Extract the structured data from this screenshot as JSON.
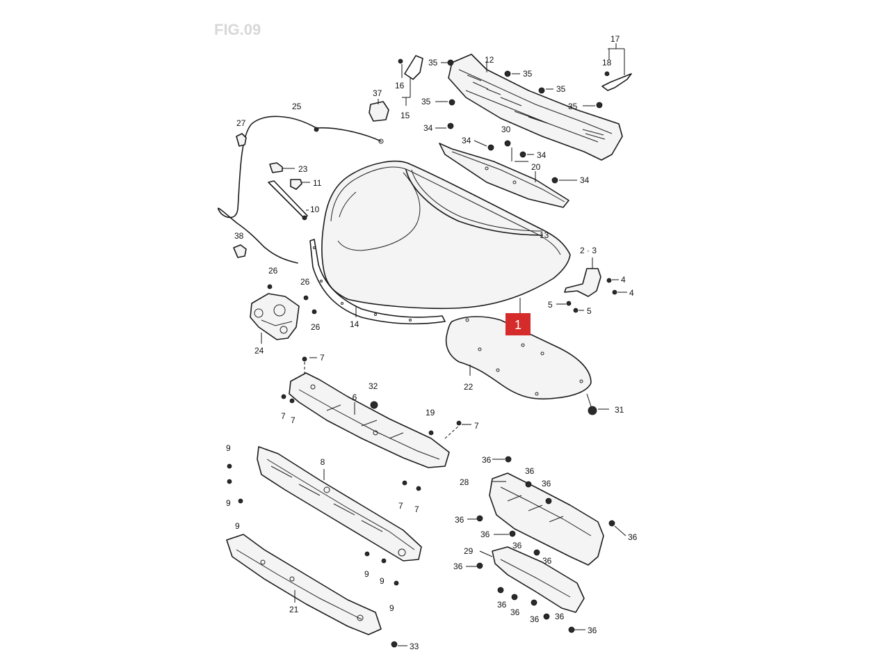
{
  "header": {
    "figure_label": "FIG.09"
  },
  "highlight": {
    "label": "1",
    "color": "#d62b2b"
  },
  "colors": {
    "line": "#1a1a1a",
    "fill": "#f4f4f4",
    "badge": "#d62b2b"
  },
  "callouts": {
    "c1": "1",
    "c2_3": "2 · 3",
    "c4a": "4",
    "c4b": "4",
    "c5a": "5",
    "c5b": "5",
    "c6": "6",
    "c7a": "7",
    "c7b": "7",
    "c7c": "7",
    "c7d": "7",
    "c7e": "7",
    "c7f": "7",
    "c8": "8",
    "c9a": "9",
    "c9b": "9",
    "c9c": "9",
    "c9d": "9",
    "c9e": "9",
    "c9f": "9",
    "c10": "10",
    "c11": "11",
    "c12": "12",
    "c13": "13",
    "c14": "14",
    "c15": "15",
    "c16": "16",
    "c17": "17",
    "c18": "18",
    "c19": "19",
    "c20": "20",
    "c21": "21",
    "c22": "22",
    "c23": "23",
    "c24": "24",
    "c25": "25",
    "c26a": "26",
    "c26b": "26",
    "c26c": "26",
    "c27": "27",
    "c28": "28",
    "c29": "29",
    "c30": "30",
    "c31": "31",
    "c32": "32",
    "c33": "33",
    "c34a": "34",
    "c34b": "34",
    "c34c": "34",
    "c34d": "34",
    "c35a": "35",
    "c35b": "35",
    "c35c": "35",
    "c35d": "35",
    "c35e": "35",
    "c36a": "36",
    "c36b": "36",
    "c36c": "36",
    "c36d": "36",
    "c36e": "36",
    "c36f": "36",
    "c36g": "36",
    "c36h": "36",
    "c36i": "36",
    "c36j": "36",
    "c36k": "36",
    "c36l": "36",
    "c36m": "36",
    "c36n": "36",
    "c37": "37",
    "c38": "38"
  }
}
